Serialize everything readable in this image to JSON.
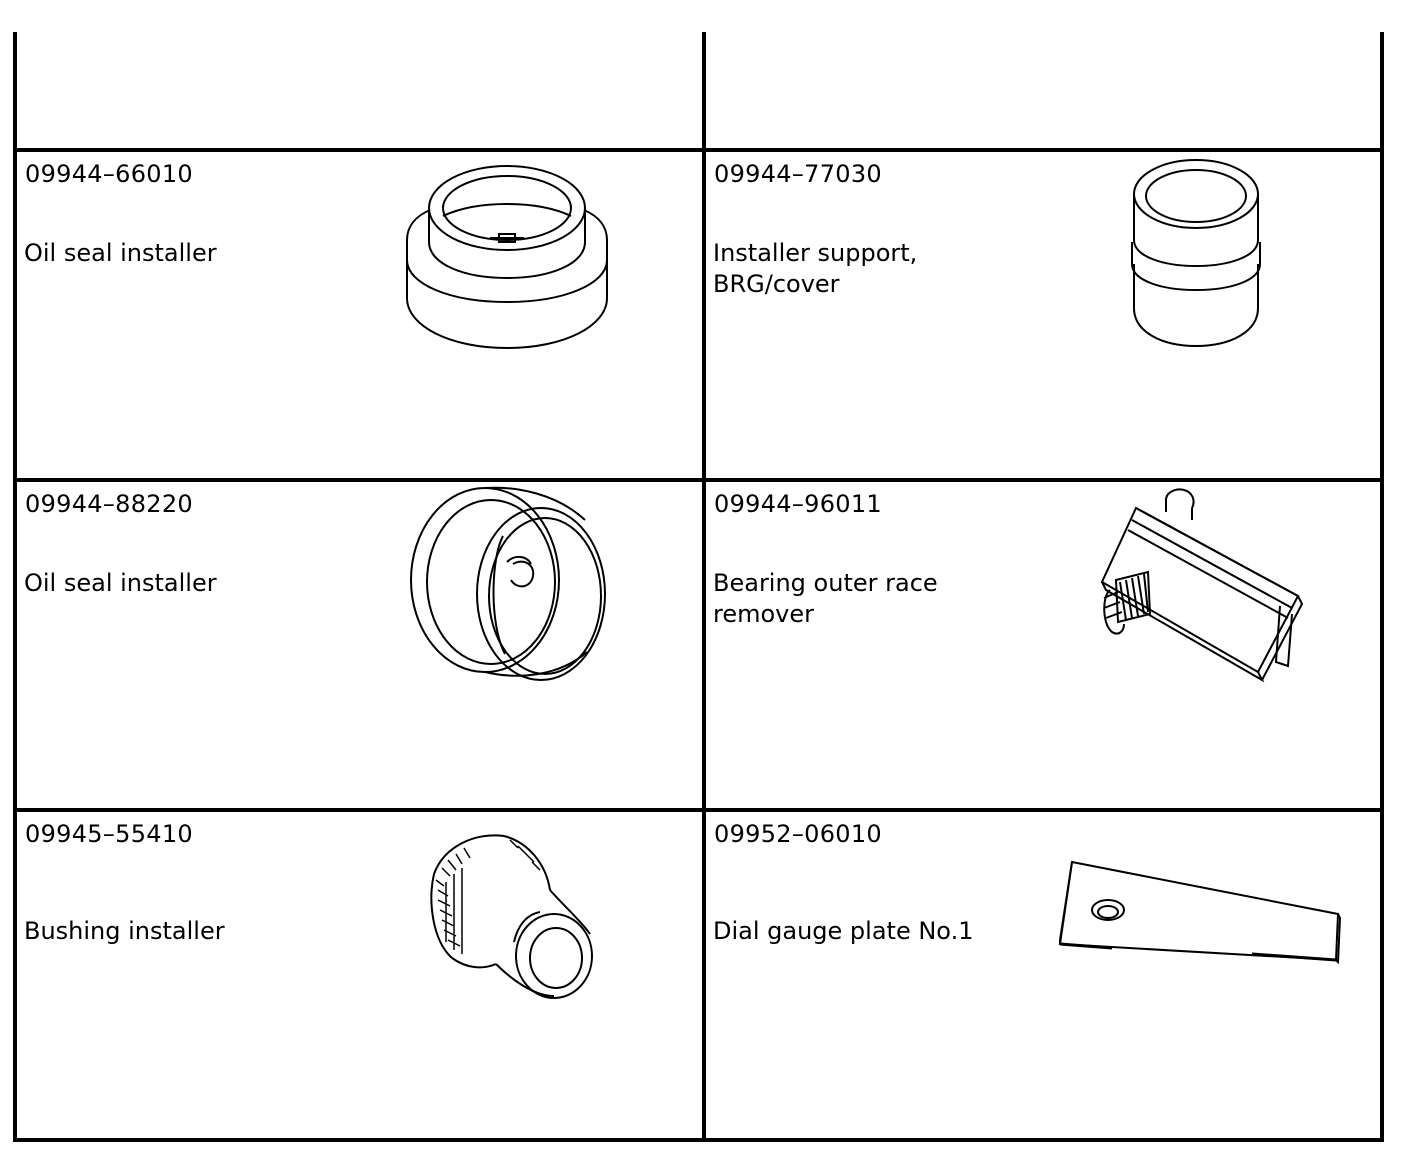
{
  "tools": [
    {
      "part_number": "09944–66010",
      "name": [
        "Oil seal installer"
      ],
      "icon": "oil-seal-installer-drawing"
    },
    {
      "part_number": "09944–77030",
      "name": [
        "Installer support,",
        "BRG/cover"
      ],
      "icon": "installer-support-drawing"
    },
    {
      "part_number": "09944–88220",
      "name": [
        "Oil seal installer"
      ],
      "icon": "oil-seal-installer-drawing"
    },
    {
      "part_number": "09944–96011",
      "name": [
        "Bearing outer race",
        "remover"
      ],
      "icon": "bearing-outer-race-remover-drawing"
    },
    {
      "part_number": "09945–55410",
      "name": [
        "Bushing installer"
      ],
      "icon": "bushing-installer-drawing"
    },
    {
      "part_number": "09952–06010",
      "name": [
        "Dial gauge plate No.1"
      ],
      "icon": "dial-gauge-plate-drawing"
    }
  ]
}
